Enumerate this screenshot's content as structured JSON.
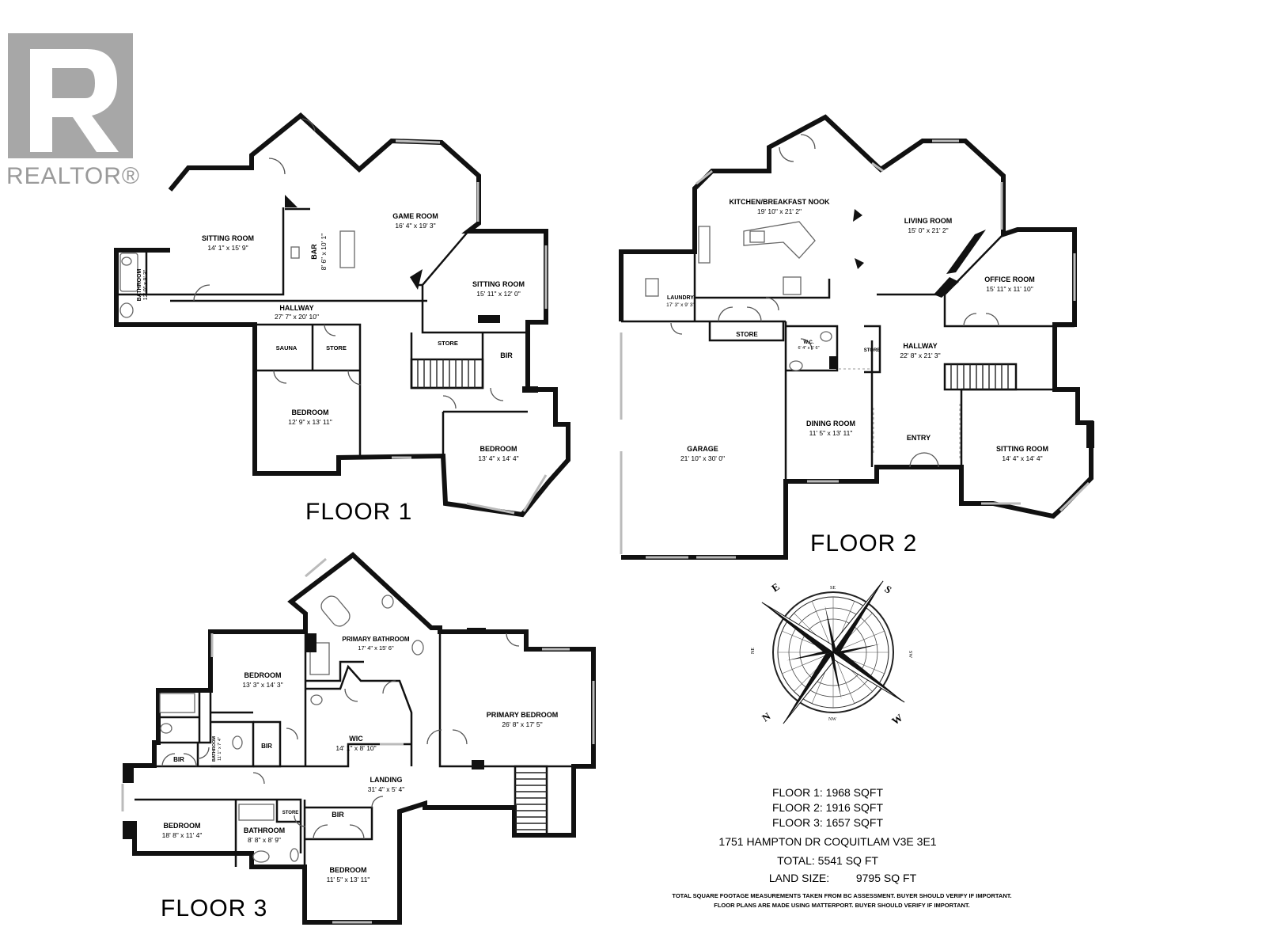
{
  "logo": {
    "text": "REALTOR®"
  },
  "floors": {
    "f1": {
      "label": "FLOOR 1",
      "rooms": {
        "sitting1": {
          "name": "SITTING ROOM",
          "dim": "14' 1\" x 15' 9\""
        },
        "game": {
          "name": "GAME ROOM",
          "dim": "16' 4\" x 19' 3\""
        },
        "bar": {
          "name": "BAR",
          "dim": "8' 6\" x 10' 1\""
        },
        "sitting2": {
          "name": "SITTING ROOM",
          "dim": "15' 11\" x 12' 0\""
        },
        "bathroom": {
          "name": "BATHROOM",
          "dim": "12' 0\" x 9' 3\""
        },
        "hallway": {
          "name": "HALLWAY",
          "dim": "27' 7\" x 20' 10\""
        },
        "sauna": {
          "name": "SAUNA"
        },
        "store1": {
          "name": "STORE"
        },
        "store2": {
          "name": "STORE"
        },
        "bir": {
          "name": "BIR"
        },
        "bedroom1": {
          "name": "BEDROOM",
          "dim": "12' 9\" x 13' 11\""
        },
        "bedroom2": {
          "name": "BEDROOM",
          "dim": "13' 4\" x 14' 4\""
        }
      }
    },
    "f2": {
      "label": "FLOOR 2",
      "rooms": {
        "kitchen": {
          "name": "KITCHEN/BREAKFAST NOOK",
          "dim": "19' 10\" x 21' 2\""
        },
        "living": {
          "name": "LIVING ROOM",
          "dim": "15' 0\" x 21' 2\""
        },
        "office": {
          "name": "OFFICE ROOM",
          "dim": "15' 11\" x 11' 10\""
        },
        "laundry": {
          "name": "LAUNDRY",
          "dim": "17' 3\" x 9' 3\""
        },
        "store": {
          "name": "STORE"
        },
        "wc": {
          "name": "W.C.",
          "dim": "6' 4\" x 5' 6\""
        },
        "store_small": {
          "name": "STORE"
        },
        "hallway": {
          "name": "HALLWAY",
          "dim": "22' 8\" x 21' 3\""
        },
        "garage": {
          "name": "GARAGE",
          "dim": "21' 10\" x 30' 0\""
        },
        "dining": {
          "name": "DINING ROOM",
          "dim": "11' 5\" x 13' 11\""
        },
        "entry": {
          "name": "ENTRY"
        },
        "sitting": {
          "name": "SITTING ROOM",
          "dim": "14' 4\" x 14' 4\""
        }
      }
    },
    "f3": {
      "label": "FLOOR 3",
      "rooms": {
        "primary_bath": {
          "name": "PRIMARY BATHROOM",
          "dim": "17' 4\" x 15' 6\""
        },
        "bedroom_a": {
          "name": "BEDROOM",
          "dim": "13' 3\" x 14' 3\""
        },
        "primary_bed": {
          "name": "PRIMARY BEDROOM",
          "dim": "26' 8\" x 17' 5\""
        },
        "bathroom_small": {
          "name": "BATHROOM",
          "dim": "11' 1\" x 7' 4\""
        },
        "bir1": {
          "name": "BIR"
        },
        "wic": {
          "name": "WIC",
          "dim": "14' 1\" x 8' 10\""
        },
        "bir2": {
          "name": "BIR"
        },
        "landing": {
          "name": "LANDING",
          "dim": "31' 4\" x 5' 4\""
        },
        "bedroom_b": {
          "name": "BEDROOM",
          "dim": "18' 8\" x 11' 4\""
        },
        "store": {
          "name": "STORE"
        },
        "bathroom": {
          "name": "BATHROOM",
          "dim": "8' 8\" x 8' 9\""
        },
        "bir3": {
          "name": "BIR"
        },
        "bedroom_c": {
          "name": "BEDROOM",
          "dim": "11' 5\" x 13' 11\""
        }
      }
    }
  },
  "compass": {
    "n": "N",
    "s": "S",
    "e": "E",
    "w": "W",
    "ne": "NE",
    "nw": "NW",
    "se": "SE",
    "sw": "SW"
  },
  "summary": {
    "floor1": "FLOOR 1: 1968 SQFT",
    "floor2": "FLOOR 2: 1916 SQFT",
    "floor3": "FLOOR 3: 1657 SQFT",
    "address": "1751 HAMPTON DR COQUITLAM V3E 3E1",
    "total": "TOTAL: 5541 SQ FT",
    "land_label": "LAND SIZE:",
    "land_value": "9795 SQ FT",
    "note1": "TOTAL SQUARE FOOTAGE MEASUREMENTS TAKEN FROM BC ASSESSMENT. BUYER SHOULD VERIFY IF IMPORTANT.",
    "note2": "FLOOR PLANS ARE MADE USING MATTERPORT. BUYER SHOULD VERIFY IF IMPORTANT."
  }
}
